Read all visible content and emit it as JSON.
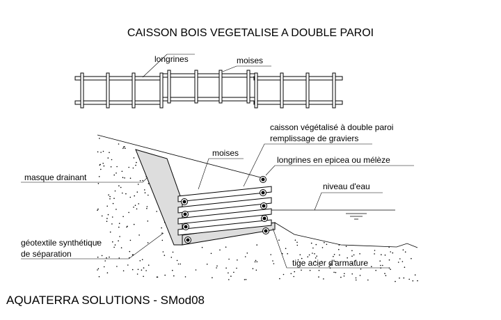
{
  "title": "CAISSON BOIS VEGETALISE A DOUBLE PAROI",
  "plan_view": {
    "label_longrines": "longrines",
    "label_moises": "moises"
  },
  "section_view": {
    "caisson_line1": "caisson végétalisé à double paroi",
    "caisson_line2": "remplissage de graviers",
    "moises": "moises",
    "longrines": "longrines en epicea ou mélèze",
    "niveau": "niveau d'eau",
    "masque": "masque drainant",
    "geotextile_line1": "géotextile synthétique",
    "geotextile_line2": "de séparation",
    "tige": "tige acier d'armature"
  },
  "footer": "AQUATERRA SOLUTIONS - SMod08"
}
